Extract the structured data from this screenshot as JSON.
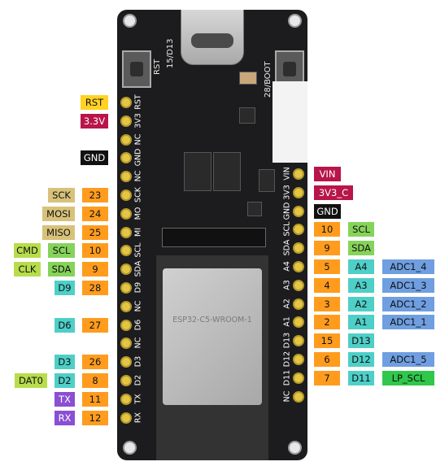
{
  "board": {
    "module_label": "ESP32-C5-WROOM-1",
    "button_labels": {
      "rst": "RST",
      "d13": "15/D13",
      "boot": "28/BOOT"
    }
  },
  "colors": {
    "yellow": "#ffd224",
    "crimson": "#b8154a",
    "black": "#111111",
    "tan": "#d8c27a",
    "orange": "#ff9c1e",
    "green": "#86d35a",
    "lime": "#b7dd4c",
    "teal": "#4ecfc8",
    "purple": "#8a4fd2",
    "blue": "#6f9fe0",
    "bright_green": "#2fc84a"
  },
  "left_pins": [
    {
      "name": "RST",
      "tags": [
        {
          "text": "RST",
          "color": "yellow"
        }
      ]
    },
    {
      "name": "3V3",
      "tags": [
        {
          "text": "3.3V",
          "color": "crimson"
        }
      ]
    },
    {
      "name": "NC",
      "tags": []
    },
    {
      "name": "GND",
      "tags": [
        {
          "text": "GND",
          "color": "black"
        }
      ]
    },
    {
      "name": "NC",
      "tags": []
    },
    {
      "name": "SCK",
      "tags": [
        {
          "text": "SCK",
          "color": "tan"
        },
        {
          "text": "23",
          "color": "orange"
        }
      ]
    },
    {
      "name": "MO",
      "tags": [
        {
          "text": "MOSI",
          "color": "tan"
        },
        {
          "text": "24",
          "color": "orange"
        }
      ]
    },
    {
      "name": "MI",
      "tags": [
        {
          "text": "MISO",
          "color": "tan"
        },
        {
          "text": "25",
          "color": "orange"
        }
      ]
    },
    {
      "name": "SCL",
      "tags": [
        {
          "text": "CMD",
          "color": "lime"
        },
        {
          "text": "SCL",
          "color": "green"
        },
        {
          "text": "10",
          "color": "orange"
        }
      ]
    },
    {
      "name": "SDA",
      "tags": [
        {
          "text": "CLK",
          "color": "lime"
        },
        {
          "text": "SDA",
          "color": "green"
        },
        {
          "text": "9",
          "color": "orange"
        }
      ]
    },
    {
      "name": "D9",
      "tags": [
        {
          "text": "D9",
          "color": "teal"
        },
        {
          "text": "28",
          "color": "orange"
        }
      ]
    },
    {
      "name": "NC",
      "tags": []
    },
    {
      "name": "D6",
      "tags": [
        {
          "text": "D6",
          "color": "teal"
        },
        {
          "text": "27",
          "color": "orange"
        }
      ]
    },
    {
      "name": "NC",
      "tags": []
    },
    {
      "name": "D3",
      "tags": [
        {
          "text": "D3",
          "color": "teal"
        },
        {
          "text": "26",
          "color": "orange"
        }
      ]
    },
    {
      "name": "D2",
      "tags": [
        {
          "text": "DAT0",
          "color": "lime"
        },
        {
          "text": "D2",
          "color": "teal"
        },
        {
          "text": "8",
          "color": "orange"
        }
      ]
    },
    {
      "name": "TX",
      "tags": [
        {
          "text": "TX",
          "color": "purple"
        },
        {
          "text": "11",
          "color": "orange"
        }
      ]
    },
    {
      "name": "RX",
      "tags": [
        {
          "text": "RX",
          "color": "purple"
        },
        {
          "text": "12",
          "color": "orange"
        }
      ]
    }
  ],
  "right_pins": [
    {
      "name": "VIN",
      "tags": [
        {
          "text": "VIN",
          "color": "crimson"
        }
      ]
    },
    {
      "name": "3V3",
      "tags": [
        {
          "text": "3V3_C",
          "color": "crimson"
        }
      ]
    },
    {
      "name": "GND",
      "tags": [
        {
          "text": "GND",
          "color": "black"
        }
      ]
    },
    {
      "name": "SCL",
      "tags": [
        {
          "text": "10",
          "color": "orange"
        },
        {
          "text": "SCL",
          "color": "green"
        }
      ]
    },
    {
      "name": "SDA",
      "tags": [
        {
          "text": "9",
          "color": "orange"
        },
        {
          "text": "SDA",
          "color": "green"
        }
      ]
    },
    {
      "name": "A4",
      "tags": [
        {
          "text": "5",
          "color": "orange"
        },
        {
          "text": "A4",
          "color": "teal"
        },
        {
          "text": "ADC1_4",
          "color": "blue"
        }
      ]
    },
    {
      "name": "A3",
      "tags": [
        {
          "text": "4",
          "color": "orange"
        },
        {
          "text": "A3",
          "color": "teal"
        },
        {
          "text": "ADC1_3",
          "color": "blue"
        }
      ]
    },
    {
      "name": "A2",
      "tags": [
        {
          "text": "3",
          "color": "orange"
        },
        {
          "text": "A2",
          "color": "teal"
        },
        {
          "text": "ADC1_2",
          "color": "blue"
        }
      ]
    },
    {
      "name": "A1",
      "tags": [
        {
          "text": "2",
          "color": "orange"
        },
        {
          "text": "A1",
          "color": "teal"
        },
        {
          "text": "ADC1_1",
          "color": "blue"
        }
      ]
    },
    {
      "name": "D13",
      "tags": [
        {
          "text": "15",
          "color": "orange"
        },
        {
          "text": "D13",
          "color": "teal"
        }
      ]
    },
    {
      "name": "D12",
      "tags": [
        {
          "text": "6",
          "color": "orange"
        },
        {
          "text": "D12",
          "color": "teal"
        },
        {
          "text": "ADC1_5",
          "color": "blue"
        }
      ]
    },
    {
      "name": "D11",
      "tags": [
        {
          "text": "7",
          "color": "orange"
        },
        {
          "text": "D11",
          "color": "teal"
        },
        {
          "text": "LP_SCL",
          "color": "bright_green"
        }
      ]
    },
    {
      "name": "NC",
      "tags": []
    }
  ]
}
